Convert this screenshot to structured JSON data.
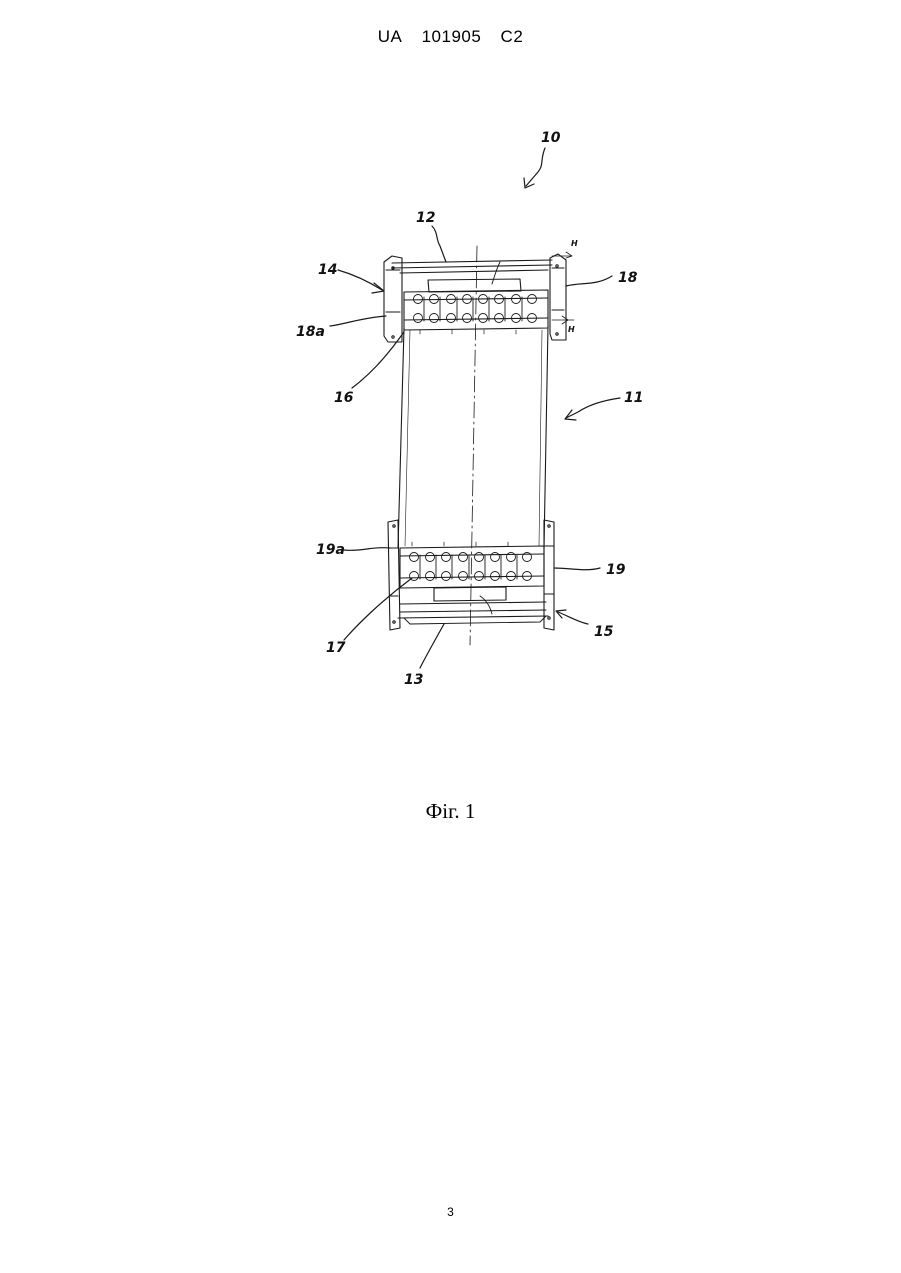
{
  "header": {
    "country": "UA",
    "number": "101905",
    "kind": "C2"
  },
  "figure": {
    "caption": "Фіг. 1",
    "labels": {
      "l10": "10",
      "l11": "11",
      "l12": "12",
      "l13": "13",
      "l14": "14",
      "l15": "15",
      "l16": "16",
      "l17": "17",
      "l18": "18",
      "l18a": "18a",
      "l19": "19",
      "l19a": "19a",
      "h_top": "H",
      "h_bottom": "H"
    }
  },
  "page": {
    "number": "3"
  }
}
